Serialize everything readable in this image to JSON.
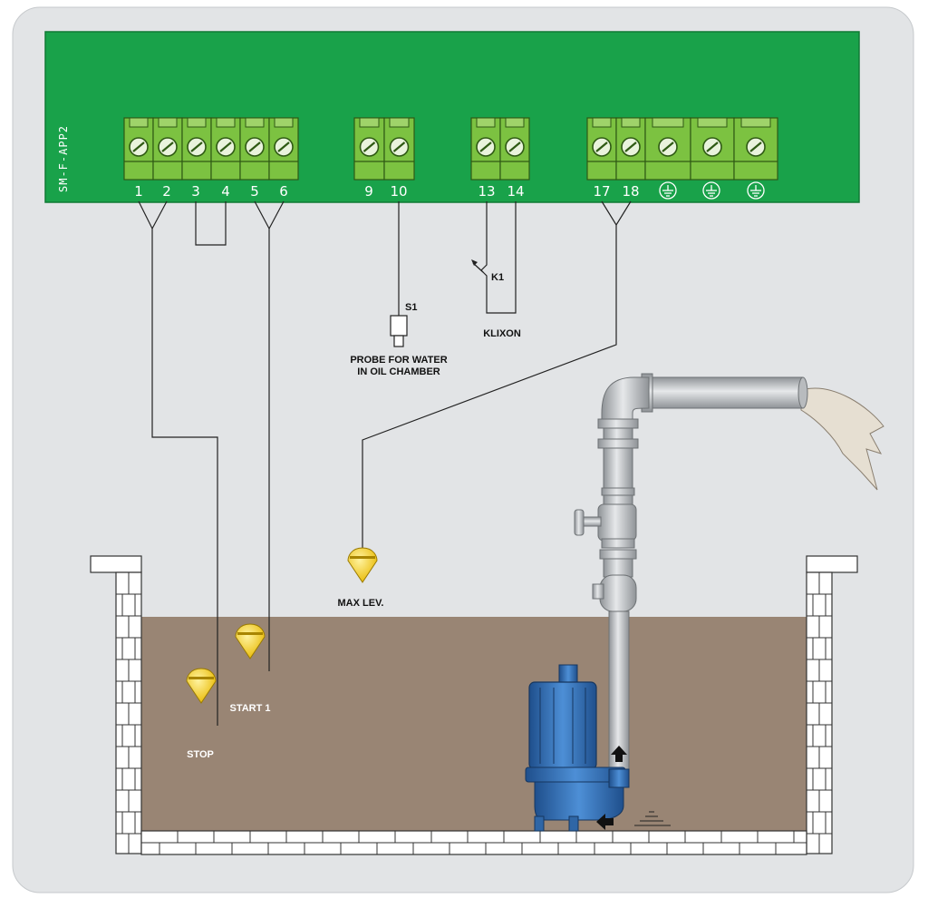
{
  "board": {
    "model": "SM-F-APP2",
    "terminals": [
      "1",
      "2",
      "3",
      "4",
      "5",
      "6",
      "9",
      "10",
      "13",
      "14",
      "17",
      "18"
    ]
  },
  "labels": {
    "probe_id": "S1",
    "probe_line1": "PROBE FOR WATER",
    "probe_line2": "IN OIL CHAMBER",
    "klixon_id": "K1",
    "klixon": "KLIXON",
    "max_level": "MAX LEV.",
    "start": "START 1",
    "stop": "STOP"
  },
  "colors": {
    "board": "#19a24a",
    "terminal": "#7cc241",
    "water": "#998574",
    "float": "#f1d02a",
    "pump": "#3a79c2",
    "pipe": "#c9ccce",
    "frame": "#e1e3e5"
  },
  "icons": [
    "screw-icon",
    "ground-icon",
    "float-switch-icon",
    "arrow-up-icon",
    "arrow-left-icon",
    "probe-icon"
  ]
}
